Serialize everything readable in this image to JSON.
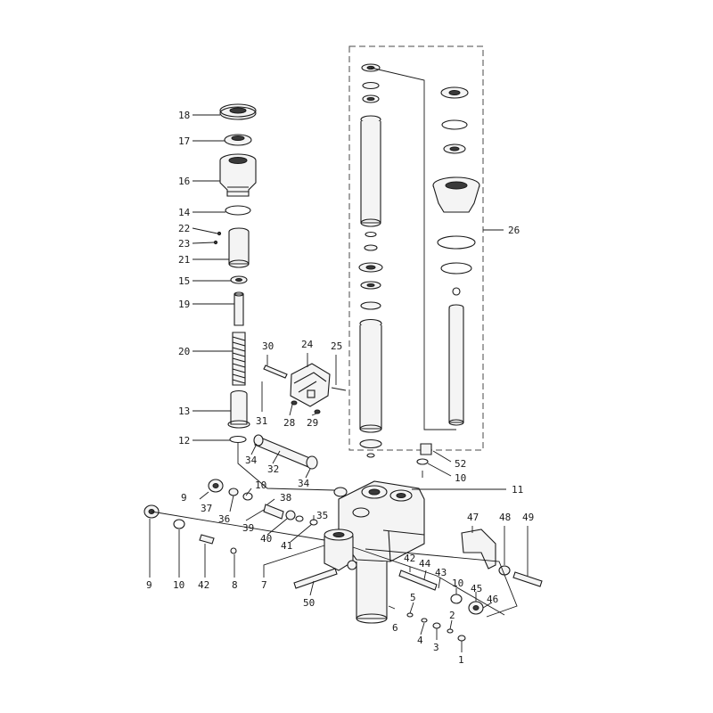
{
  "callouts": [
    {
      "id": "c18",
      "text": "18"
    },
    {
      "id": "c17",
      "text": "17"
    },
    {
      "id": "c16",
      "text": "16"
    },
    {
      "id": "c14",
      "text": "14"
    },
    {
      "id": "c22",
      "text": "22"
    },
    {
      "id": "c23",
      "text": "23"
    },
    {
      "id": "c21",
      "text": "21"
    },
    {
      "id": "c15",
      "text": "15"
    },
    {
      "id": "c19",
      "text": "19"
    },
    {
      "id": "c20",
      "text": "20"
    },
    {
      "id": "c13",
      "text": "13"
    },
    {
      "id": "c12",
      "text": "12"
    },
    {
      "id": "c30",
      "text": "30"
    },
    {
      "id": "c24",
      "text": "24"
    },
    {
      "id": "c25",
      "text": "25"
    },
    {
      "id": "c31",
      "text": "31"
    },
    {
      "id": "c28",
      "text": "28"
    },
    {
      "id": "c29",
      "text": "29"
    },
    {
      "id": "c34a",
      "text": "34"
    },
    {
      "id": "c32",
      "text": "32"
    },
    {
      "id": "c34b",
      "text": "34"
    },
    {
      "id": "c26",
      "text": "26"
    },
    {
      "id": "c52",
      "text": "52"
    },
    {
      "id": "c10a",
      "text": "10"
    },
    {
      "id": "c11",
      "text": "11"
    },
    {
      "id": "c9a",
      "text": "9"
    },
    {
      "id": "c10b",
      "text": "10"
    },
    {
      "id": "c38",
      "text": "38"
    },
    {
      "id": "c37",
      "text": "37"
    },
    {
      "id": "c36",
      "text": "36"
    },
    {
      "id": "c35",
      "text": "35"
    },
    {
      "id": "c39",
      "text": "39"
    },
    {
      "id": "c40",
      "text": "40"
    },
    {
      "id": "c41",
      "text": "41"
    },
    {
      "id": "c47",
      "text": "47"
    },
    {
      "id": "c48",
      "text": "48"
    },
    {
      "id": "c49",
      "text": "49"
    },
    {
      "id": "c9b",
      "text": "9"
    },
    {
      "id": "c10c",
      "text": "10"
    },
    {
      "id": "c42a",
      "text": "42"
    },
    {
      "id": "c8",
      "text": "8"
    },
    {
      "id": "c7",
      "text": "7"
    },
    {
      "id": "c42b",
      "text": "42"
    },
    {
      "id": "c44",
      "text": "44"
    },
    {
      "id": "c43",
      "text": "43"
    },
    {
      "id": "c10d",
      "text": "10"
    },
    {
      "id": "c45",
      "text": "45"
    },
    {
      "id": "c46",
      "text": "46"
    },
    {
      "id": "c50",
      "text": "50"
    },
    {
      "id": "c6",
      "text": "6"
    },
    {
      "id": "c5",
      "text": "5"
    },
    {
      "id": "c4",
      "text": "4"
    },
    {
      "id": "c2",
      "text": "2"
    },
    {
      "id": "c3",
      "text": "3"
    },
    {
      "id": "c1",
      "text": "1"
    }
  ]
}
